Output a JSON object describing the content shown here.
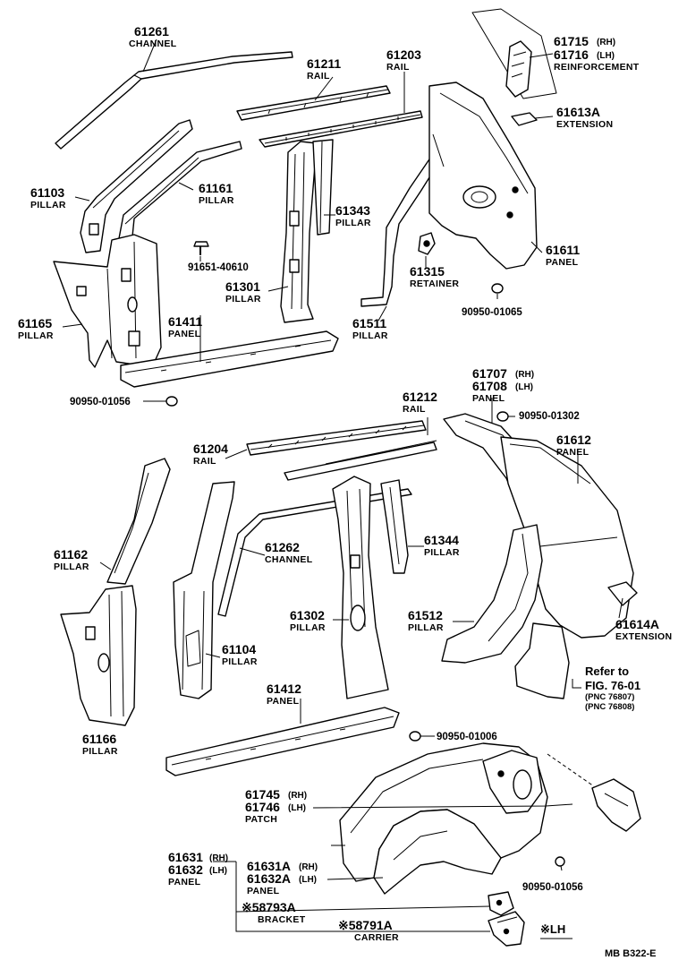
{
  "parts": {
    "p61261": {
      "number": "61261",
      "name": "CHANNEL"
    },
    "p61211": {
      "number": "61211",
      "name": "RAIL"
    },
    "p61203": {
      "number": "61203",
      "name": "RAIL"
    },
    "p61715": {
      "number": "61715",
      "side": "(RH)"
    },
    "p61716": {
      "number": "61716",
      "side": "(LH)",
      "name": "REINFORCEMENT"
    },
    "p61613A": {
      "number": "61613A",
      "name": "EXTENSION"
    },
    "p61103": {
      "number": "61103",
      "name": "PILLAR"
    },
    "p61161": {
      "number": "61161",
      "name": "PILLAR"
    },
    "p61343": {
      "number": "61343",
      "name": "PILLAR"
    },
    "p91651": {
      "number": "91651-40610"
    },
    "p61301": {
      "number": "61301",
      "name": "PILLAR"
    },
    "p61315": {
      "number": "61315",
      "name": "RETAINER"
    },
    "p61611": {
      "number": "61611",
      "name": "PANEL"
    },
    "p90950_01065": {
      "number": "90950-01065"
    },
    "p61165": {
      "number": "61165",
      "name": "PILLAR"
    },
    "p61411": {
      "number": "61411",
      "name": "PANEL"
    },
    "p61511": {
      "number": "61511",
      "name": "PILLAR"
    },
    "p90950_01056a": {
      "number": "90950-01056"
    },
    "p61212": {
      "number": "61212",
      "name": "RAIL"
    },
    "p61707": {
      "number": "61707",
      "side": "(RH)"
    },
    "p61708": {
      "number": "61708",
      "side": "(LH)",
      "name": "PANEL"
    },
    "p90950_01302": {
      "number": "90950-01302"
    },
    "p61204": {
      "number": "61204",
      "name": "RAIL"
    },
    "p61612": {
      "number": "61612",
      "name": "PANEL"
    },
    "p61162": {
      "number": "61162",
      "name": "PILLAR"
    },
    "p61262": {
      "number": "61262",
      "name": "CHANNEL"
    },
    "p61344": {
      "number": "61344",
      "name": "PILLAR"
    },
    "p61614A": {
      "number": "61614A",
      "name": "EXTENSION"
    },
    "p61302": {
      "number": "61302",
      "name": "PILLAR"
    },
    "p61512": {
      "number": "61512",
      "name": "PILLAR"
    },
    "p61104": {
      "number": "61104",
      "name": "PILLAR"
    },
    "p61166": {
      "number": "61166",
      "name": "PILLAR"
    },
    "p61412": {
      "number": "61412",
      "name": "PANEL"
    },
    "p90950_01006": {
      "number": "90950-01006"
    },
    "p61745": {
      "number": "61745",
      "side": "(RH)"
    },
    "p61746": {
      "number": "61746",
      "side": "(LH)",
      "name": "PATCH"
    },
    "p61631": {
      "number": "61631",
      "side": "(RH)"
    },
    "p61632": {
      "number": "61632",
      "side": "(LH)",
      "name": "PANEL"
    },
    "p61631A": {
      "number": "61631A",
      "side": "(RH)"
    },
    "p61632A": {
      "number": "61632A",
      "side": "(LH)",
      "name": "PANEL"
    },
    "p90950_01056b": {
      "number": "90950-01056"
    },
    "p58793A": {
      "number": "※58793A",
      "name": "BRACKET"
    },
    "p58791A": {
      "number": "※58791A",
      "name": "CARRIER"
    }
  },
  "reference": {
    "line1": "Refer to",
    "line2": "FIG. 76-01",
    "pnc1": "(PNC 76807)",
    "pnc2": "(PNC 76808)"
  },
  "legend": {
    "mark": "※LH"
  },
  "figure_code": "MB  B322-E"
}
